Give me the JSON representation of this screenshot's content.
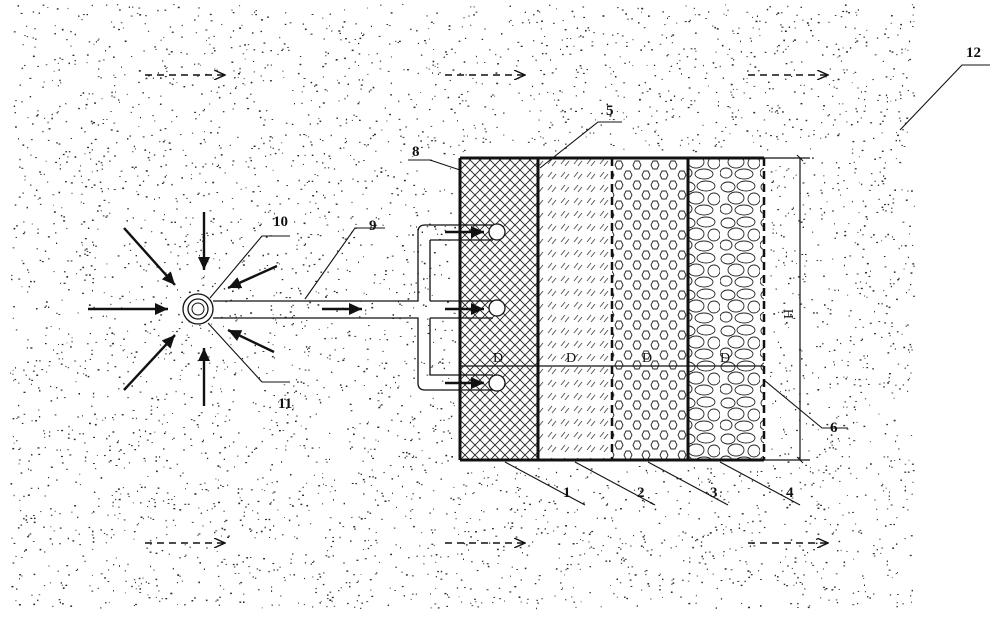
{
  "callouts": [
    {
      "id": "1",
      "text": "1"
    },
    {
      "id": "2",
      "text": "2"
    },
    {
      "id": "3",
      "text": "3"
    },
    {
      "id": "4",
      "text": "4"
    },
    {
      "id": "5",
      "text": "5"
    },
    {
      "id": "6",
      "text": "6"
    },
    {
      "id": "8",
      "text": "8"
    },
    {
      "id": "9",
      "text": "9"
    },
    {
      "id": "10",
      "text": "10"
    },
    {
      "id": "11",
      "text": "11"
    },
    {
      "id": "12",
      "text": "12"
    }
  ],
  "dimensions": {
    "layer_width": "D",
    "height": "H"
  },
  "colors": {
    "ink": "#111111",
    "background": "#ffffff",
    "soil_speckle": "#2a2a2a"
  }
}
